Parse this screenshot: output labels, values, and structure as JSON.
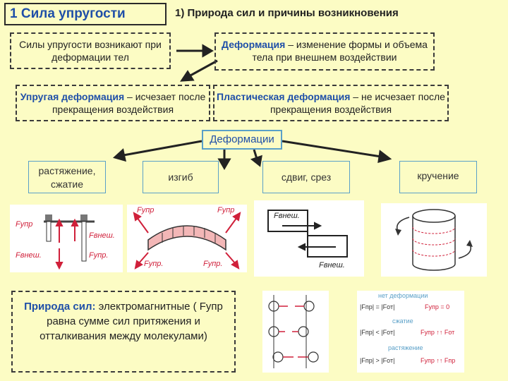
{
  "title": "1 Сила упругости",
  "section_heading": "1) Природа сил и причины возникновения",
  "box_forces": "Силы упругости возникают при деформации тел",
  "box_deformation": {
    "term": "Деформация",
    "rest": " – изменение формы и объема тела при внешнем воздействии"
  },
  "box_elastic": {
    "term": "Упругая деформация",
    "rest": " – исчезает после прекращения воздействия"
  },
  "box_plastic": {
    "term": "Пластическая деформация",
    "rest": " – не исчезает после прекращения воздействия"
  },
  "deformations_label": "Деформации",
  "types": [
    "растяжение, сжатие",
    "изгиб",
    "сдвиг, срез",
    "кручение"
  ],
  "nature": {
    "term": "Природа сил:",
    "rest": " электромагнитные ( Fупр равна сумме сил притяжения и отталкивания между молекулами)"
  },
  "figure_labels": {
    "f_upr": "Fупр",
    "f_vnesh": "Fвнеш.",
    "f_upr_dot": "Fупр.",
    "f_ot": "Fот",
    "no_deform": "нет деформации",
    "compression": "сжатие",
    "stretching": "растяжение",
    "eq1": "|Fпр| = |Fот|",
    "eq1b": "Fупр = 0",
    "eq2": "|Fпр| < |Fот|",
    "eq2b": "Fупр ↑↑ Fот",
    "eq3": "|Fпр| > |Fот|",
    "eq3b": "Fупр ↑↑ Fпр"
  },
  "colors": {
    "accent_blue": "#1f4fa8",
    "bg": "#fcfcc4",
    "red": "#d0203a",
    "box_border": "#5aa0c8"
  }
}
